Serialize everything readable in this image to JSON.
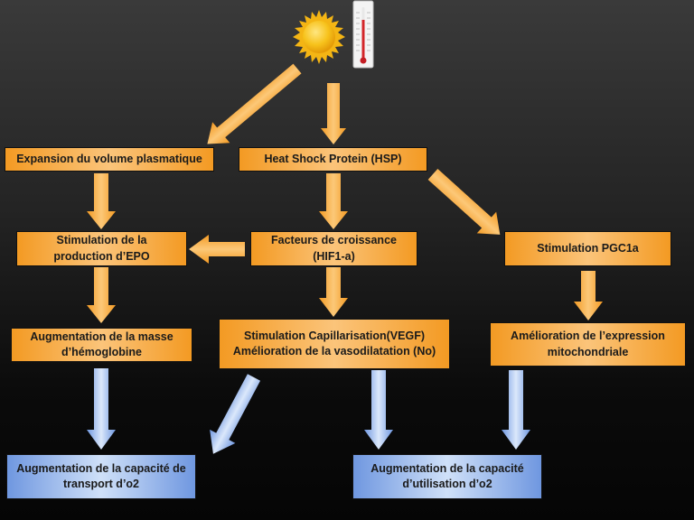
{
  "icons": {
    "sun": "sun-icon",
    "thermometer": "thermometer-icon"
  },
  "colors": {
    "orange": "#f39a23",
    "orange_light": "#fbc47a",
    "blue": "#6f97e0",
    "blue_light": "#cfe0f8"
  },
  "nodes": {
    "plasma": {
      "line1": "Expansion du volume plasmatique"
    },
    "hsp": {
      "line1": "Heat Shock Protein (HSP)"
    },
    "epo": {
      "line1": "Stimulation de la",
      "line2": "production d’EPO"
    },
    "growth": {
      "line1": "Facteurs de croissance",
      "line2": "(HIF1-a)"
    },
    "pgc1a": {
      "line1": "Stimulation PGC1a"
    },
    "hemoglobin": {
      "line1": "Augmentation de la masse",
      "line2": "d’hémoglobine"
    },
    "capillary": {
      "line1": "Stimulation Capillarisation(VEGF)",
      "line2": "Amélioration de la vasodilatation (No)"
    },
    "mito": {
      "line1": "Amélioration de l’expression",
      "line2": "mitochondriale"
    },
    "transport": {
      "line1": "Augmentation de la capacité de",
      "line2": "transport d’o2"
    },
    "utilisation": {
      "line1": "Augmentation de la capacité",
      "line2": "d’utilisation d’o2"
    }
  }
}
